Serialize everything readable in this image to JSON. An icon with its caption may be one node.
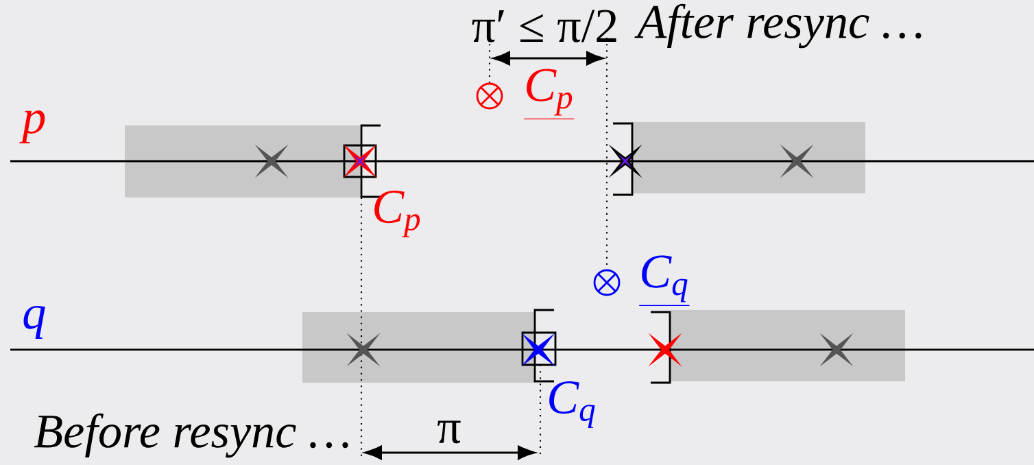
{
  "diagram": {
    "labels": [
      "π′ ≤ π/2",
      "After resync …",
      "C$_{p}$",
      "p",
      "C$_{p}$",
      "C$_{q}$",
      "q",
      "C$_{q}$",
      "Before resync …",
      "π"
    ]
  }
}
